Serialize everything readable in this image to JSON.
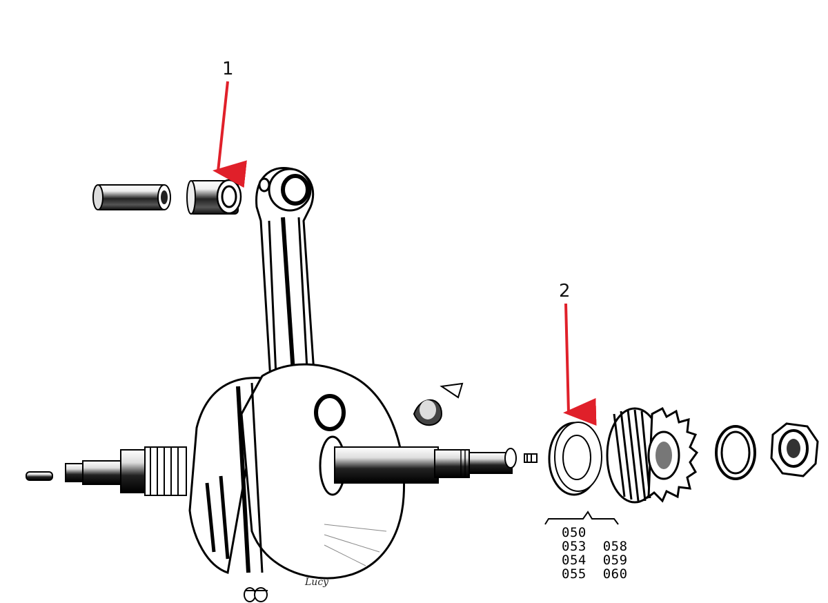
{
  "callouts": [
    {
      "label": "1"
    },
    {
      "label": "2"
    }
  ],
  "size_codes": {
    "row1": "050",
    "row2": "053  058",
    "row3": "054  059",
    "row4": "055  060"
  },
  "signature": "Lucy",
  "colors": {
    "arrow": "#e0202a",
    "ink": "#111111",
    "paper": "#ffffff"
  }
}
